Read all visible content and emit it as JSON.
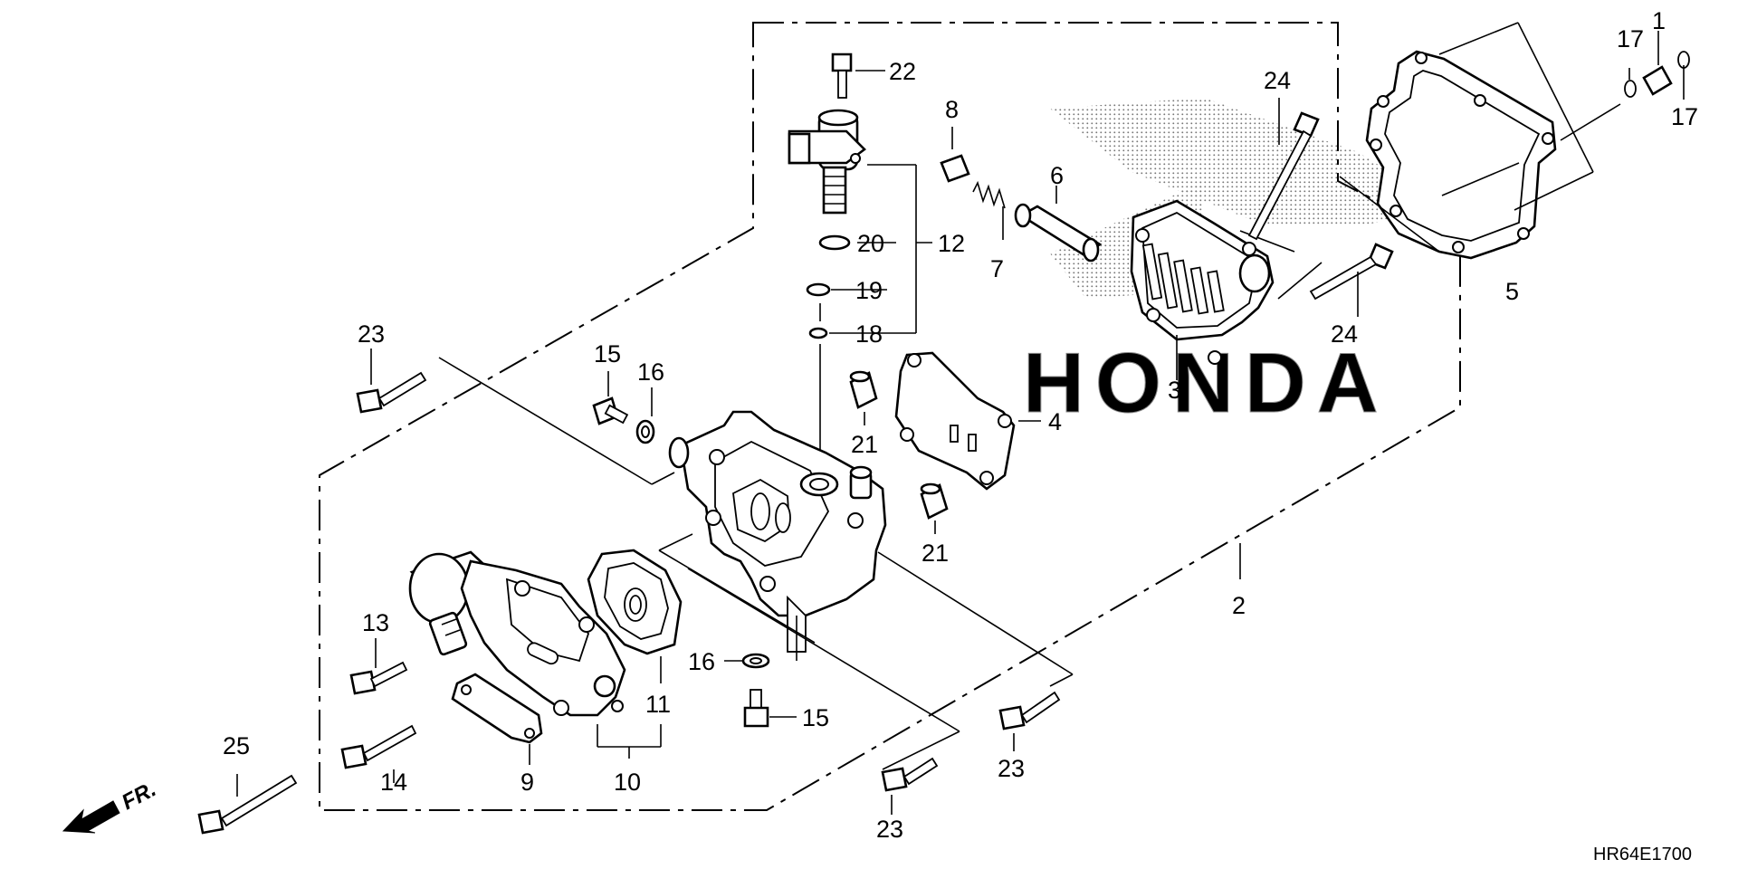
{
  "diagram_code": "HR64E1700",
  "direction_label": "FR.",
  "watermark_text": "HONDA",
  "callouts": [
    {
      "id": "c1",
      "text": "1"
    },
    {
      "id": "c2",
      "text": "2"
    },
    {
      "id": "c3",
      "text": "3"
    },
    {
      "id": "c4",
      "text": "4"
    },
    {
      "id": "c5",
      "text": "5"
    },
    {
      "id": "c6",
      "text": "6"
    },
    {
      "id": "c7",
      "text": "7"
    },
    {
      "id": "c8",
      "text": "8"
    },
    {
      "id": "c9",
      "text": "9"
    },
    {
      "id": "c10",
      "text": "10"
    },
    {
      "id": "c11",
      "text": "11"
    },
    {
      "id": "c12",
      "text": "12"
    },
    {
      "id": "c13",
      "text": "13"
    },
    {
      "id": "c14",
      "text": "14"
    },
    {
      "id": "c15a",
      "text": "15"
    },
    {
      "id": "c15b",
      "text": "15"
    },
    {
      "id": "c16a",
      "text": "16"
    },
    {
      "id": "c16b",
      "text": "16"
    },
    {
      "id": "c17a",
      "text": "17"
    },
    {
      "id": "c17b",
      "text": "17"
    },
    {
      "id": "c18",
      "text": "18"
    },
    {
      "id": "c19",
      "text": "19"
    },
    {
      "id": "c20",
      "text": "20"
    },
    {
      "id": "c21a",
      "text": "21"
    },
    {
      "id": "c21b",
      "text": "21"
    },
    {
      "id": "c22",
      "text": "22"
    },
    {
      "id": "c23a",
      "text": "23"
    },
    {
      "id": "c23b",
      "text": "23"
    },
    {
      "id": "c23c",
      "text": "23"
    },
    {
      "id": "c24a",
      "text": "24"
    },
    {
      "id": "c24b",
      "text": "24"
    },
    {
      "id": "c25",
      "text": "25"
    }
  ]
}
